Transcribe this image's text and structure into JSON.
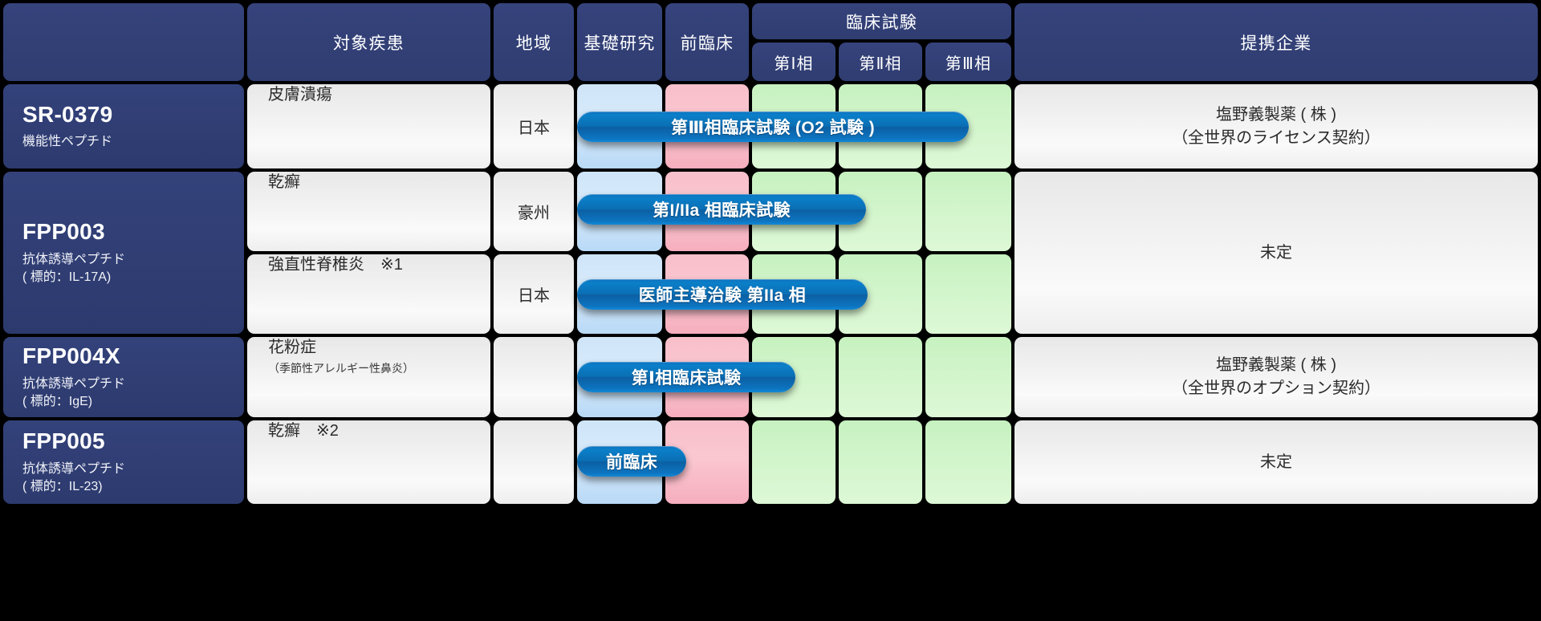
{
  "header": {
    "blank": "",
    "disease": "対象疾患",
    "region": "地域",
    "basic_research": "基礎研究",
    "preclinical": "前臨床",
    "clinical_trial": "臨床試験",
    "phase1": "第Ⅰ相",
    "phase2": "第Ⅱ相",
    "phase3": "第Ⅲ相",
    "partner": "提携企業"
  },
  "rows": [
    {
      "code": "SR-0379",
      "subtitle": "機能性ペプチド",
      "disease": "皮膚潰瘍",
      "disease_sub": "",
      "region": "日本",
      "partner": "塩野義製薬 ( 株 )\n（全世界のライセンス契約）",
      "partner_line1": "塩野義製薬 ( 株 )",
      "partner_line2": "（全世界のライセンス契約）"
    },
    {
      "code": "FPP003",
      "subtitle": "抗体誘導ペプチド\n( 標的：IL-17A)",
      "subtitle_line1": "抗体誘導ペプチド",
      "subtitle_line2": "( 標的：IL-17A)",
      "disease": "乾癬",
      "disease_sub": "",
      "region": "豪州",
      "partner": "未定"
    },
    {
      "code": "",
      "disease": "強直性脊椎炎　※1",
      "disease_sub": "",
      "region": "日本"
    },
    {
      "code": "FPP004X",
      "subtitle_line1": "抗体誘導ペプチド",
      "subtitle_line2": "( 標的：IgE)",
      "disease": "花粉症",
      "disease_sub": "（季節性アレルギー性鼻炎）",
      "region": "",
      "partner_line1": "塩野義製薬 ( 株 )",
      "partner_line2": "（全世界のオプション契約）"
    },
    {
      "code": "FPP005",
      "subtitle_line1": "抗体誘導ペプチド",
      "subtitle_line2": "( 標的：IL-23)",
      "disease": "乾癬　※2",
      "disease_sub": "",
      "region": "",
      "partner": "未定"
    }
  ],
  "pills": [
    {
      "label": "第Ⅲ相臨床試験 (O2 試験 )"
    },
    {
      "label": "第I/IIa 相臨床試験"
    },
    {
      "label": "医師主導治験 第IIa 相"
    },
    {
      "label": "第Ⅰ相臨床試験"
    },
    {
      "label": "前臨床"
    }
  ],
  "colors": {
    "header_navy": "#324080",
    "stage_basic": "#cfe5f8",
    "stage_pre": "#f8bfca",
    "stage_phase": "#c9f2c2",
    "pill_blue": "#0b72bd",
    "background": "#000000"
  }
}
